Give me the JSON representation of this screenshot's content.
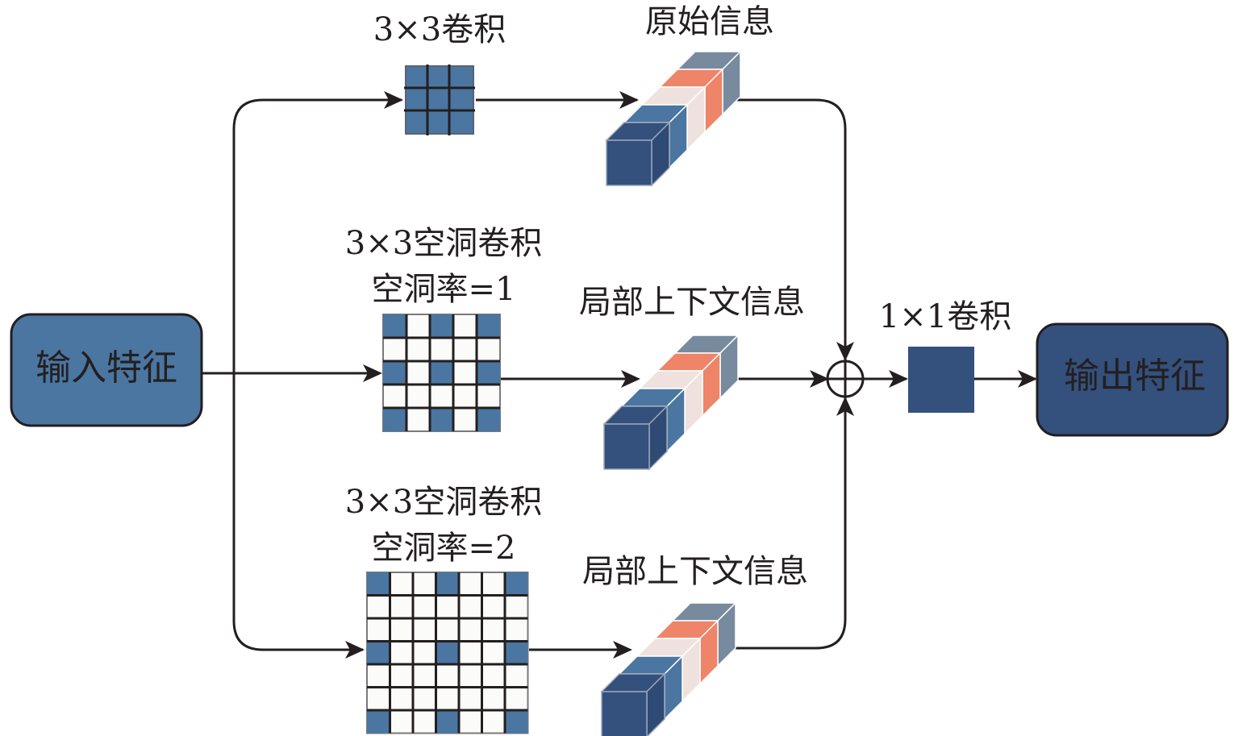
{
  "nodes": {
    "input": {
      "label": "输入特征"
    },
    "output": {
      "label": "输出特征"
    },
    "conv1x1": {
      "label": "1×1卷积"
    }
  },
  "branches": [
    {
      "conv_label": [
        "3×3卷积"
      ],
      "feature_label": "原始信息",
      "dilation": 0
    },
    {
      "conv_label": [
        "3×3空洞卷积",
        "空洞率=1"
      ],
      "feature_label": "局部上下文信息",
      "dilation": 1
    },
    {
      "conv_label": [
        "3×3空洞卷积",
        "空洞率=2"
      ],
      "feature_label": "局部上下文信息",
      "dilation": 2
    }
  ],
  "colors": {
    "input_fill": "#4a76a1",
    "output_fill": "#34507d",
    "kernel_blue": "#4a76a1",
    "kernel_bg": "#fbfbf9",
    "cube_dark": "#34507d",
    "cube_blue": "#4a76a1",
    "cube_light": "#efe2de",
    "cube_orange": "#ee8468",
    "cube_gray": "#788a9d",
    "conv1x1_fill": "#34507d",
    "line": "#231f20"
  }
}
